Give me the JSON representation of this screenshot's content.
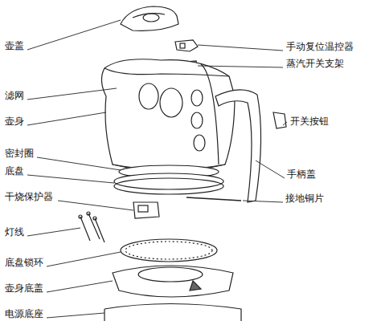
{
  "diagram": {
    "labels": [
      "壶盖",
      "滤网",
      "壶身",
      "密封圈",
      "底盘",
      "干烧保护器",
      "灯线",
      "底盘锁环",
      "壶身底盖",
      "电源底座",
      "手动复位温控器",
      "蒸汽开关支架",
      "开关按钮",
      "手柄盖",
      "接地铜片"
    ]
  }
}
